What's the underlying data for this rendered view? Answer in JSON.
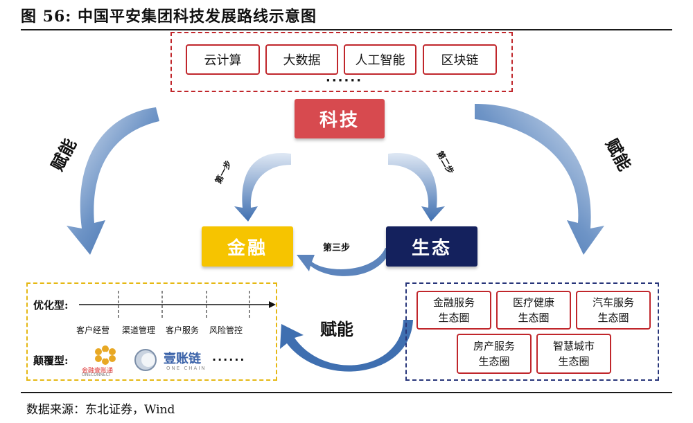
{
  "figure": {
    "title": "图  56:  中国平安集团科技发展路线示意图",
    "source": "数据来源：东北证券，Wind"
  },
  "tech_layer": {
    "tags": [
      "云计算",
      "大数据",
      "人工智能",
      "区块链"
    ],
    "more": "······"
  },
  "core_nodes": {
    "tech": "科技",
    "finance": "金融",
    "ecosystem": "生态"
  },
  "arrows": {
    "left_empower": "赋能",
    "right_empower": "赋能",
    "bottom_empower": "赋能",
    "step1": "第一步",
    "step2": "第二步",
    "step3": "第三步"
  },
  "finance_box": {
    "optimize_label": "优化型:",
    "optimize_items": [
      "客户经营",
      "渠道管理",
      "客户服务",
      "风险管控"
    ],
    "disrupt_label": "颠覆型:",
    "logo1_text": "金融壹账通",
    "logo1_sub": "ONECONNECT",
    "logo2_text": "壹账链",
    "logo2_sub": "ONE CHAIN",
    "more": "······"
  },
  "eco_box": {
    "items": [
      {
        "line1": "金融服务",
        "line2": "生态圈"
      },
      {
        "line1": "医疗健康",
        "line2": "生态圈"
      },
      {
        "line1": "汽车服务",
        "line2": "生态圈"
      },
      {
        "line1": "房产服务",
        "line2": "生态圈"
      },
      {
        "line1": "智慧城市",
        "line2": "生态圈"
      }
    ]
  },
  "colors": {
    "red": "#c0262b",
    "tech_fill": "#d74a4f",
    "finance_fill": "#f6c400",
    "eco_fill": "#14215d",
    "arrow_blue": "#3f6fb0"
  }
}
